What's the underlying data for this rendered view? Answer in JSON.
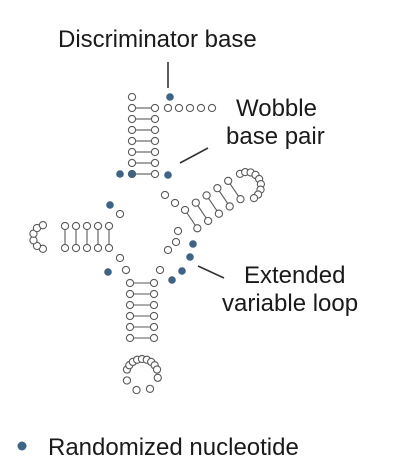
{
  "labels": {
    "discriminator_base": "Discriminator base",
    "wobble_line1": "Wobble",
    "wobble_line2": "base pair",
    "extended_line1": "Extended",
    "extended_line2": "variable loop"
  },
  "legend": {
    "randomized_nucleotide": "Randomized nucleotide"
  },
  "colors": {
    "randomized_dot": "#3f6384",
    "nucleotide_outline": "#5a5a5a",
    "text": "#1a1a1a"
  }
}
